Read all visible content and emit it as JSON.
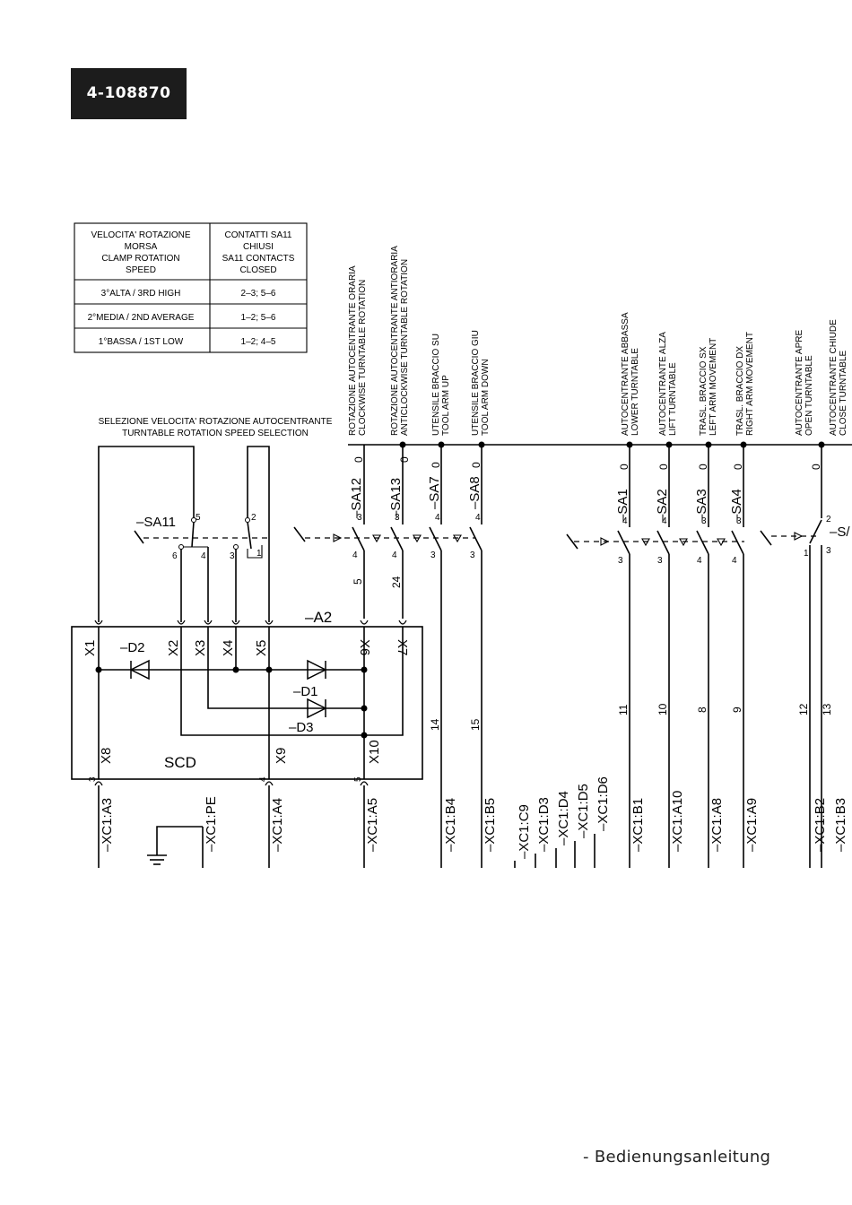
{
  "doc_code": "4-108870",
  "footer": "- Bedienungsanleitung",
  "speed_table": {
    "header": [
      [
        "VELOCITA' ROTAZIONE",
        "MORSA",
        "CLAMP ROTATION",
        "SPEED"
      ],
      [
        "CONTATTI SA11",
        "CHIUSI",
        "SA11 CONTACTS",
        "CLOSED"
      ]
    ],
    "rows": [
      [
        "3°ALTA / 3RD HIGH",
        "2–3; 5–6"
      ],
      [
        "2°MEDIA / 2ND AVERAGE",
        "1–2; 5–6"
      ],
      [
        "1°BASSA / 1ST LOW",
        "1–2; 4–5"
      ]
    ]
  },
  "selection_label": [
    "SELEZIONE VELOCITA' ROTAZIONE AUTOCENTRANTE",
    "TURNTABLE ROTATION SPEED SELECTION"
  ],
  "column_labels": [
    [
      "ROTAZIONE AUTOCENTRANTE ORARIA",
      "CLOCKWISE TURNTABLE ROTATION"
    ],
    [
      "ROTAZIONE AUTOCENTRANTE ANTIORARIA",
      "ANTICLOCKWISE TURNTABLE ROTATION"
    ],
    [
      "UTENSILE BRACCIO SU",
      "TOOL ARM UP"
    ],
    [
      "UTENSILE BRACCIO GIU",
      "TOOL ARM DOWN"
    ],
    [
      "AUTOCENTRANTE ABBASSA",
      "LOWER TURNTABLE"
    ],
    [
      "AUTOCENTRANTE ALZA",
      "LIFT TURNTABLE"
    ],
    [
      "TRASL. BRACCIO SX",
      "LEFT ARM MOVEMENT"
    ],
    [
      "TRASL. BRACCIO DX",
      "RIGHT ARM MOVEMENT"
    ],
    [
      "AUTOCENTRANTE APRE",
      "OPEN TURNTABLE"
    ],
    [
      "AUTOCENTRANTE CHIUDE",
      "CLOSE TURNTABLE"
    ]
  ],
  "switches": [
    "–SA12",
    "–SA13",
    "–SA7",
    "–SA8",
    "–SA1",
    "–SA2",
    "–SA3",
    "–SA4",
    "–SA11",
    "–S/"
  ],
  "module": {
    "name": "–A2",
    "label": "SCD",
    "pins": [
      "X1",
      "X2",
      "X3",
      "X4",
      "X5",
      "X6",
      "X7",
      "X8",
      "X9",
      "X10"
    ],
    "diodes": [
      "–D1",
      "–D2",
      "–D3"
    ]
  },
  "wire_numbers": [
    "0",
    "3",
    "4",
    "5",
    "24",
    "11",
    "10",
    "8",
    "9",
    "12",
    "13",
    "14",
    "15",
    "6",
    "1",
    "2"
  ],
  "terminals": [
    "–XC1:A3",
    "–XC1:PE",
    "–XC1:A4",
    "–XC1:A5",
    "–XC1:B4",
    "–XC1:B5",
    "–XC1:C9",
    "–XC1:D3",
    "–XC1:D4",
    "–XC1:D5",
    "–XC1:D6",
    "–XC1:B1",
    "–XC1:A10",
    "–XC1:A8",
    "–XC1:A9",
    "–XC1:B2",
    "–XC1:B3"
  ],
  "terminal_marks": [
    "3",
    "4",
    "5"
  ]
}
